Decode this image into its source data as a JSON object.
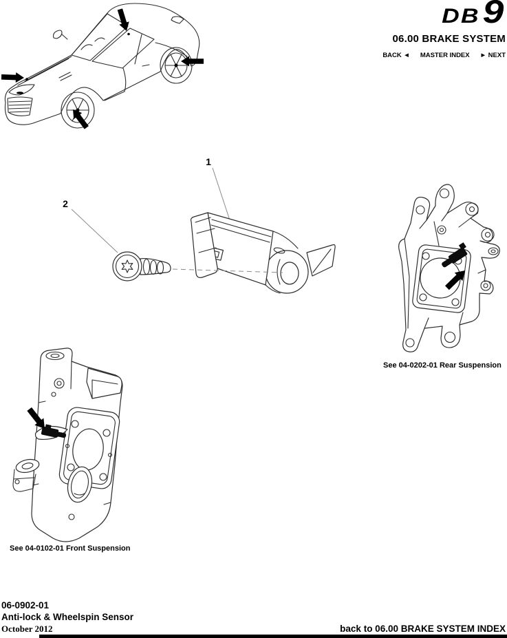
{
  "header": {
    "logo_db": "DB",
    "logo_9": "9",
    "section_title": "06.00 BRAKE SYSTEM",
    "nav": {
      "back": "BACK",
      "back_arrow": "◄",
      "master_index": "MASTER INDEX",
      "next_arrow": "►",
      "next": "NEXT"
    }
  },
  "callouts": {
    "item1": "1",
    "item2": "2"
  },
  "captions": {
    "rear": "See 04-0202-01 Rear Suspension",
    "front": "See 04-0102-01 Front Suspension"
  },
  "footer": {
    "doc_number": "06-0902-01",
    "doc_title": "Anti-lock & Wheelspin Sensor",
    "date": "October 2012",
    "back_link": "back to 06.00 BRAKE SYSTEM INDEX"
  },
  "icons": {
    "location_arrow": "solid-black-arrow",
    "nav_back_arrow": "left-triangle",
    "nav_next_arrow": "right-triangle"
  },
  "colors": {
    "ink": "#000000",
    "line": "#2b2b2b",
    "background": "#ffffff"
  }
}
